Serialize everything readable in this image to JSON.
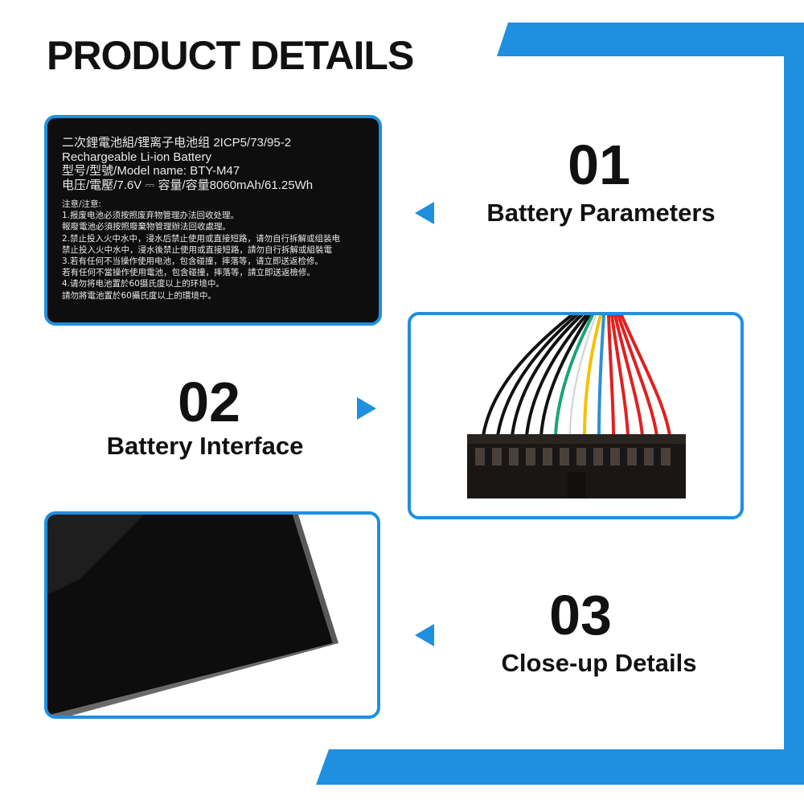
{
  "header": {
    "title": "PRODUCT DETAILS"
  },
  "colors": {
    "accent": "#1f8fe0",
    "text": "#111111"
  },
  "battery_label": {
    "lines": [
      "二次鋰電池組/锂离子电池组   2ICP5/73/95-2",
      "Rechargeable Li-ion Battery",
      "型号/型號/Model name: BTY-M47",
      "电压/電壓/7.6V ⎓ 容量/容量8060mAh/61.25Wh"
    ],
    "notes": [
      "注意/注意:",
      "1.报废电池必须按照废弃物管理办法回收处理。",
      "  報廢電池必須按照廢棄物管理辦法回收處理。",
      "2.禁止投入火中水中，浸水后禁止使用或直接短路，请勿自行拆解或组装电",
      "  禁止投入火中水中，浸水後禁止使用或直接短路，請勿自行拆解或組裝電",
      "3.若有任何不当操作使用电池，包含碰撞，摔落等，请立即送返检修。",
      "  若有任何不當操作使用電池，包含碰撞，摔落等，請立即送返檢修。",
      "4.请勿将电池置於60摄氏度以上的环境中。",
      "  請勿將電池置於60攝氏度以上的環境中。"
    ]
  },
  "sections": [
    {
      "number": "01",
      "caption": "Battery Parameters"
    },
    {
      "number": "02",
      "caption": "Battery Interface"
    },
    {
      "number": "03",
      "caption": "Close-up Details"
    }
  ]
}
